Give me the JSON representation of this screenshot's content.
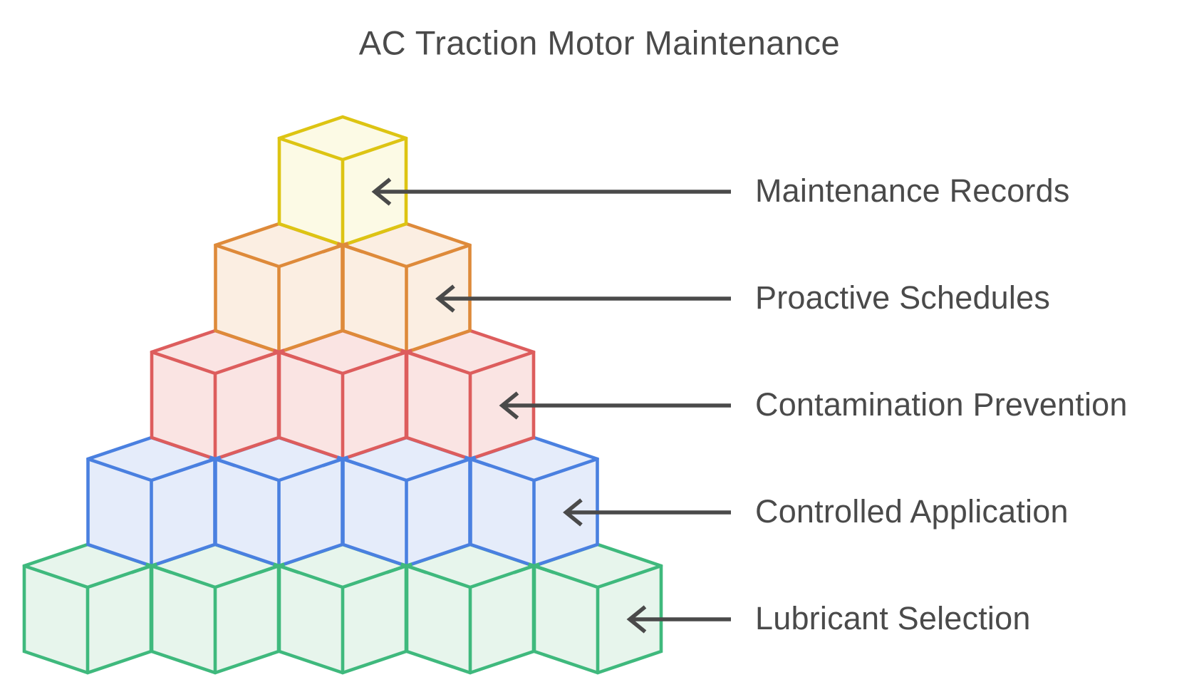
{
  "title": "AC Traction Motor Maintenance",
  "colors": {
    "text": "#4a4a4a",
    "arrow": "#4a4a4a",
    "background": "#ffffff"
  },
  "pyramid": {
    "type": "isometric-cube-pyramid",
    "levels": [
      {
        "label": "Maintenance Records",
        "cubes": 1,
        "stroke": "#ddc413",
        "fill": "#fcfae5"
      },
      {
        "label": "Proactive Schedules",
        "cubes": 2,
        "stroke": "#de8a3a",
        "fill": "#fbeee2"
      },
      {
        "label": "Contamination Prevention",
        "cubes": 3,
        "stroke": "#dd5d5d",
        "fill": "#fae4e3"
      },
      {
        "label": "Controlled Application",
        "cubes": 4,
        "stroke": "#4a80e0",
        "fill": "#e5ecfa"
      },
      {
        "label": "Lubricant Selection",
        "cubes": 5,
        "stroke": "#3fb97d",
        "fill": "#e7f5ec"
      }
    ]
  }
}
